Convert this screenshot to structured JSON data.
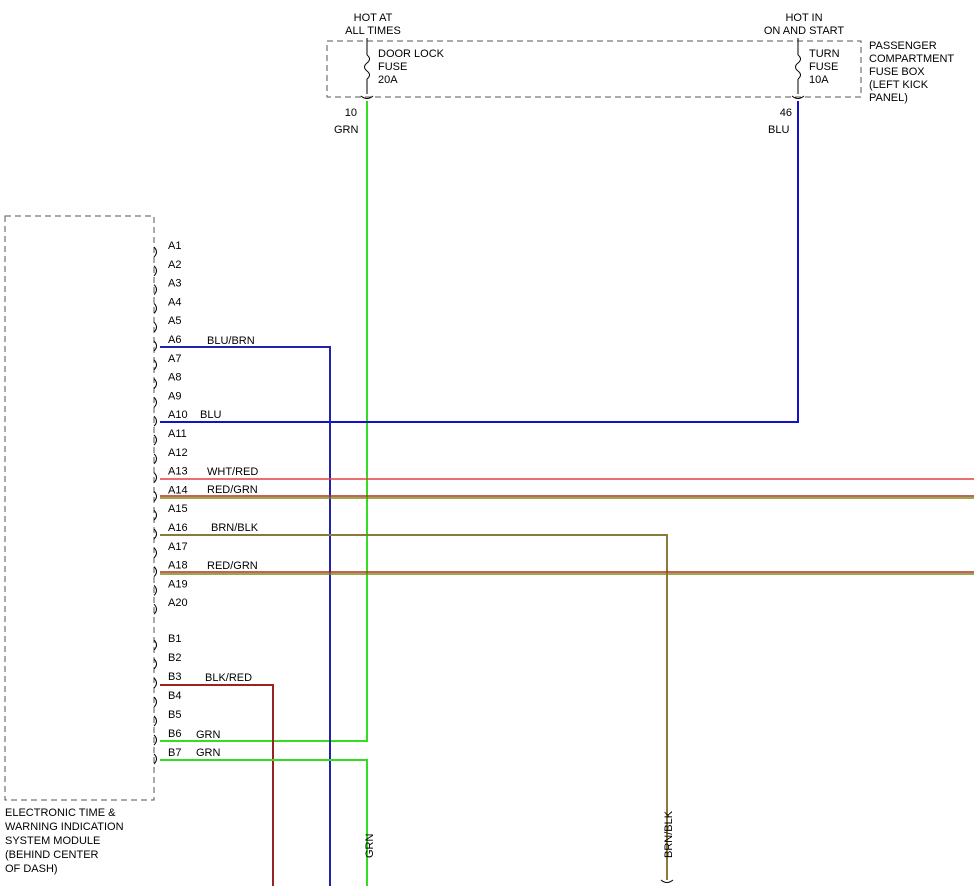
{
  "fuse_box": {
    "label_lines": [
      "PASSENGER",
      "COMPARTMENT",
      "FUSE BOX",
      "(LEFT KICK",
      "PANEL)"
    ],
    "fuses": [
      {
        "id": "door-lock",
        "hot": [
          "HOT AT",
          "ALL TIMES"
        ],
        "name": [
          "DOOR LOCK",
          "FUSE",
          "20A"
        ],
        "pin": "10",
        "wire": "GRN"
      },
      {
        "id": "turn",
        "hot": [
          "HOT IN",
          "ON AND START"
        ],
        "name": [
          "TURN",
          "FUSE",
          "10A"
        ],
        "pin": "46",
        "wire": "BLU"
      }
    ]
  },
  "module": {
    "label_lines": [
      "ELECTRONIC TIME &",
      "WARNING INDICATION",
      "SYSTEM MODULE",
      "(BEHIND CENTER",
      "OF DASH)"
    ],
    "pins_a": [
      "A1",
      "A2",
      "A3",
      "A4",
      "A5",
      "A6",
      "A7",
      "A8",
      "A9",
      "A10",
      "A11",
      "A12",
      "A13",
      "A14",
      "A15",
      "A16",
      "A17",
      "A18",
      "A19",
      "A20"
    ],
    "pins_b": [
      "B1",
      "B2",
      "B3",
      "B4",
      "B5",
      "B6",
      "B7"
    ]
  },
  "wire_labels": {
    "a6": "BLU/BRN",
    "a10": "BLU",
    "a13": "WHT/RED",
    "a14": "RED/GRN",
    "a16": "BRN/BLK",
    "a18": "RED/GRN",
    "b3": "BLK/RED",
    "b6": "GRN",
    "b7": "GRN",
    "bottom_grn": "GRN",
    "bottom_brnblk": "BRN/BLK"
  },
  "colors": {
    "grn": "#33dd22",
    "blu": "#1111cc",
    "blu_brn": "#2222aa",
    "brn_blk": "#8a7a3a",
    "blk_red": "#992222",
    "wht_red": "#e04040",
    "red_grn_a": "#b03020",
    "red_grn_b": "#7a8a10"
  }
}
